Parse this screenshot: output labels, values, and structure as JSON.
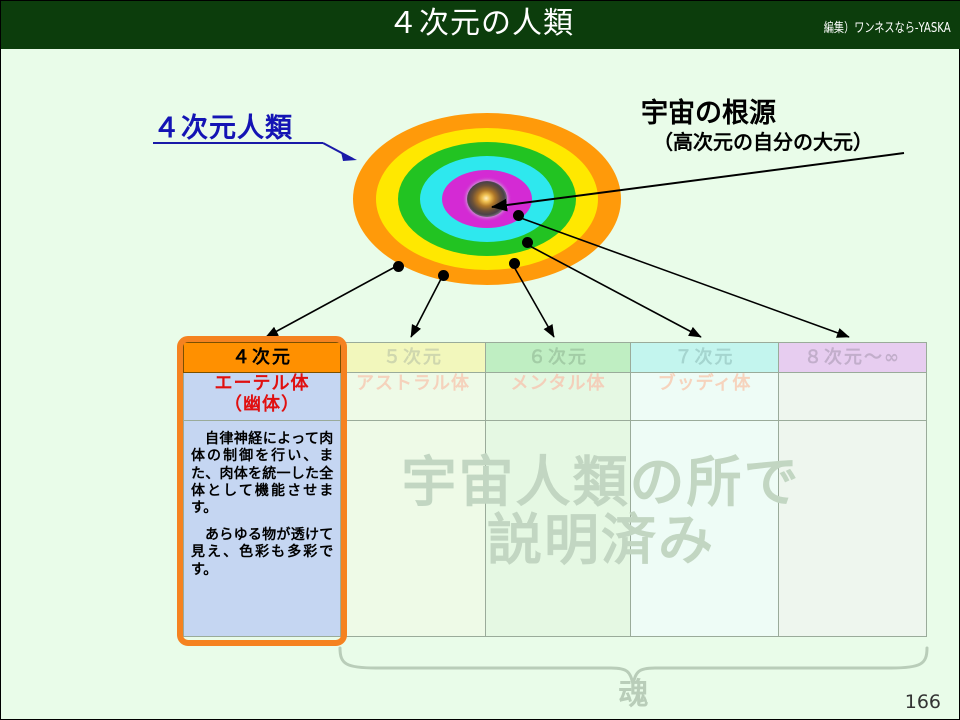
{
  "header": {
    "title": "４次元の人類",
    "credit": "編集）ワンネスなら-YASKA"
  },
  "annotations": {
    "left_label": "４次元人類",
    "source_title": "宇宙の根源",
    "source_subtitle": "（高次元の自分の大元）"
  },
  "diagram": {
    "ring_colors": [
      "#ff9a0a",
      "#ffe800",
      "#22c322",
      "#2ee8ee",
      "#d42ad4"
    ],
    "core": "galaxy-core"
  },
  "table": {
    "headers": [
      "４次元",
      "５次元",
      "６次元",
      "７次元",
      "８次元〜∞"
    ],
    "body_names": [
      "エーテル体\n（幽体）",
      "アストラル体",
      "メンタル体",
      "ブッディ体",
      ""
    ],
    "body_name_4d_line1": "エーテル体",
    "body_name_4d_line2": "（幽体）",
    "description_p1": "自律神経によって肉体の制御を行い、また、肉体を統一した全体として機能させます。",
    "description_p2": "あらゆる物が透けて見え、色彩も多彩です。"
  },
  "watermark": {
    "line1": "宇宙人類の所で",
    "line2": "説明済み"
  },
  "footer": {
    "soul_label": "魂",
    "page_number": "166"
  },
  "colors": {
    "header_bar": "#0c3d0c",
    "background": "#e9fce9",
    "accent_orange": "#ff9000",
    "highlight_red": "#e01010",
    "label_blue": "#1414b4",
    "watermark_gray": "#c2d6c2"
  }
}
